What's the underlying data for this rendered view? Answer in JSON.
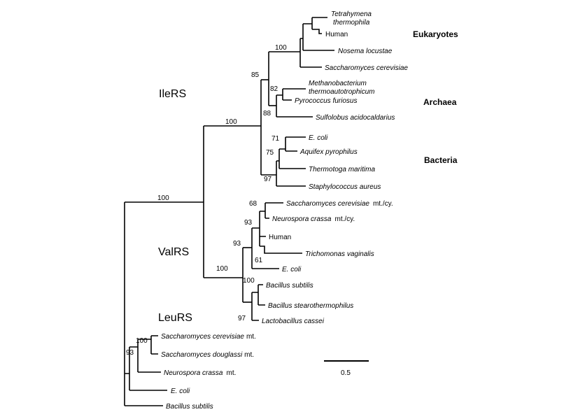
{
  "groups": {
    "ileRS": "IleRS",
    "valRS": "ValRS",
    "leuRS": "LeuRS"
  },
  "domains": {
    "eukaryotes": "Eukaryotes",
    "archaea": "Archaea",
    "bacteria": "Bacteria"
  },
  "taxa": {
    "tetrahymena_1": "Tetrahymena",
    "tetrahymena_2": "thermophila",
    "ile_human": "Human",
    "nosema": "Nosema locustae",
    "ile_scer": "Saccharomyces  cerevisiae",
    "methano_1": "Methanobacterium",
    "methano_2": "thermoautotrophicum",
    "pyrococcus": "Pyrococcus furiosus",
    "sulfolobus": "Sulfolobus  acidocaldarius",
    "ile_ecoli": "E. coli",
    "aquifex": "Aquifex pyrophilus",
    "thermotoga": "Thermotoga maritima",
    "staph": "Staphylococcus aureus",
    "val_scer_name": "Saccharomyces cerevisiae",
    "val_scer_suffix": "mt./cy.",
    "val_ncra_name": "Neurospora crassa",
    "val_ncra_suffix": "mt./cy.",
    "val_human": "Human",
    "trichomonas": "Trichomonas vaginalis",
    "val_ecoli": "E. coli",
    "val_bsub": "Bacillus subtilis",
    "bstearo": "Bacillus stearothermophilus",
    "lacto": "Lactobacillus cassei",
    "leu_scer_name": "Saccharomyces cerevisiae",
    "leu_scer_suffix": "mt.",
    "sdoug_name": "Saccharomyces douglassi",
    "sdoug_suffix": "mt.",
    "leu_ncra_name": "Neurospora crassa",
    "leu_ncra_suffix": "mt.",
    "leu_ecoli": "E. coli",
    "leu_bsub": "Bacillus subtilis"
  },
  "bootstrap": {
    "root_ile_val": "100",
    "ile": "100",
    "euk": "100",
    "euk_arch": "85",
    "arch_82": "82",
    "arch_88": "88",
    "bact_71": "71",
    "bact_75": "75",
    "bact_97": "97",
    "val": "100",
    "val_93_outer": "93",
    "val_93_inner": "93",
    "val_68": "68",
    "val_61": "61",
    "val_bac_100": "100",
    "val_bac_97": "97",
    "leu_100": "100",
    "leu_93": "93"
  },
  "scale_bar": {
    "label": "0.5"
  }
}
